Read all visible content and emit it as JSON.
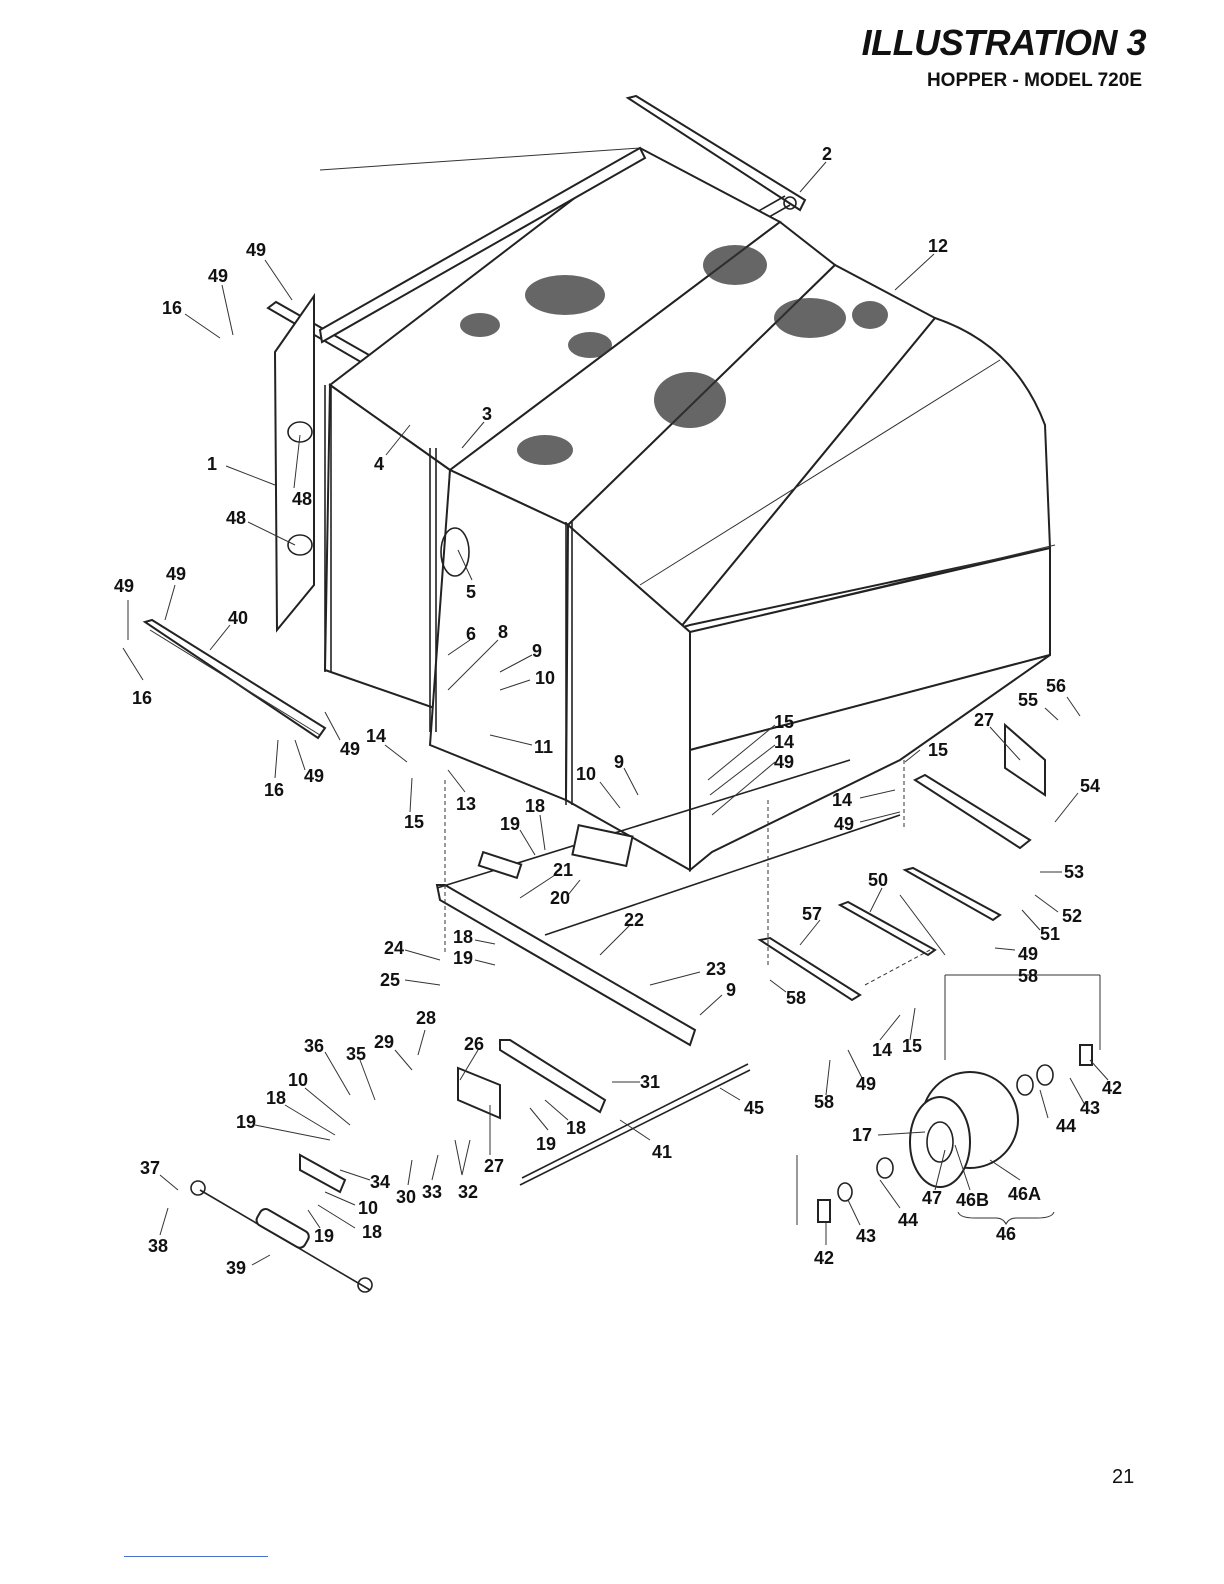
{
  "header": {
    "title": "ILLUSTRATION 3",
    "subtitle": "HOPPER - MODEL 720E"
  },
  "page_number": "21",
  "callouts": [
    "1",
    "2",
    "3",
    "4",
    "5",
    "6",
    "8",
    "9",
    "10",
    "11",
    "12",
    "13",
    "14",
    "15",
    "16",
    "17",
    "18",
    "19",
    "20",
    "21",
    "22",
    "23",
    "24",
    "25",
    "26",
    "27",
    "28",
    "29",
    "30",
    "31",
    "32",
    "33",
    "34",
    "35",
    "36",
    "37",
    "38",
    "39",
    "40",
    "41",
    "42",
    "43",
    "44",
    "45",
    "46",
    "46A",
    "46B",
    "47",
    "48",
    "49",
    "50",
    "51",
    "52",
    "53",
    "54",
    "55",
    "56",
    "57",
    "58"
  ]
}
